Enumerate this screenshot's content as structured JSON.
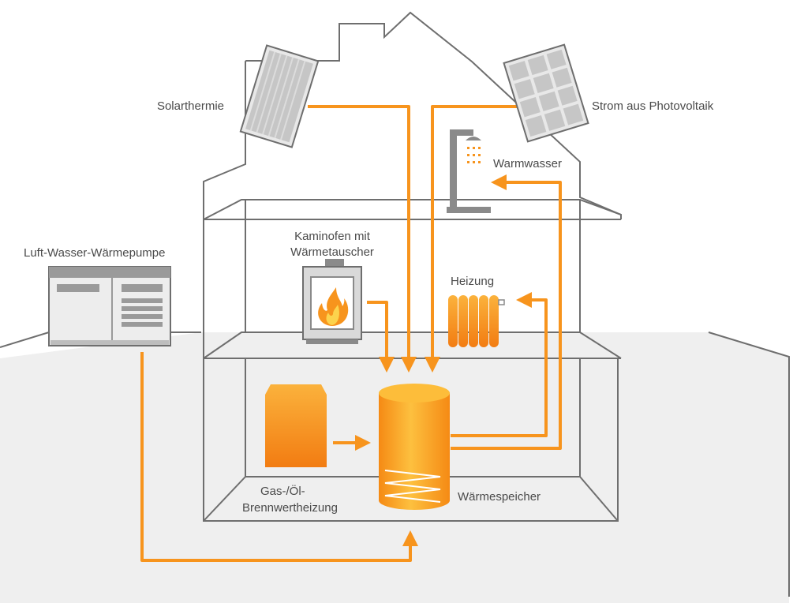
{
  "labels": {
    "solarthermie": "Solarthermie",
    "photovoltaik": "Strom aus Photovoltaik",
    "warmwasser": "Warmwasser",
    "waermepumpe": "Luft-Wasser-Wärmepumpe",
    "kaminofen_line1": "Kaminofen mit",
    "kaminofen_line2": "Wärmetauscher",
    "heizung": "Heizung",
    "gasoel_line1": "Gas-/Öl-",
    "gasoel_line2": "Brennwertheizung",
    "waermespeicher": "Wärmespeicher"
  },
  "icons": {
    "solar_collector": "solar-thermal-collector-icon",
    "pv_panel": "photovoltaic-panel-icon",
    "shower": "shower-icon",
    "heat_pump": "air-water-heat-pump-icon",
    "stove": "wood-stove-icon",
    "radiator": "radiator-icon",
    "boiler": "gas-oil-boiler-icon",
    "tank": "heat-storage-tank-icon"
  },
  "colors": {
    "accent": "#f7941d",
    "outline": "#6e6e6e",
    "panel": "#c9c9c9",
    "ground": "#efefef"
  }
}
